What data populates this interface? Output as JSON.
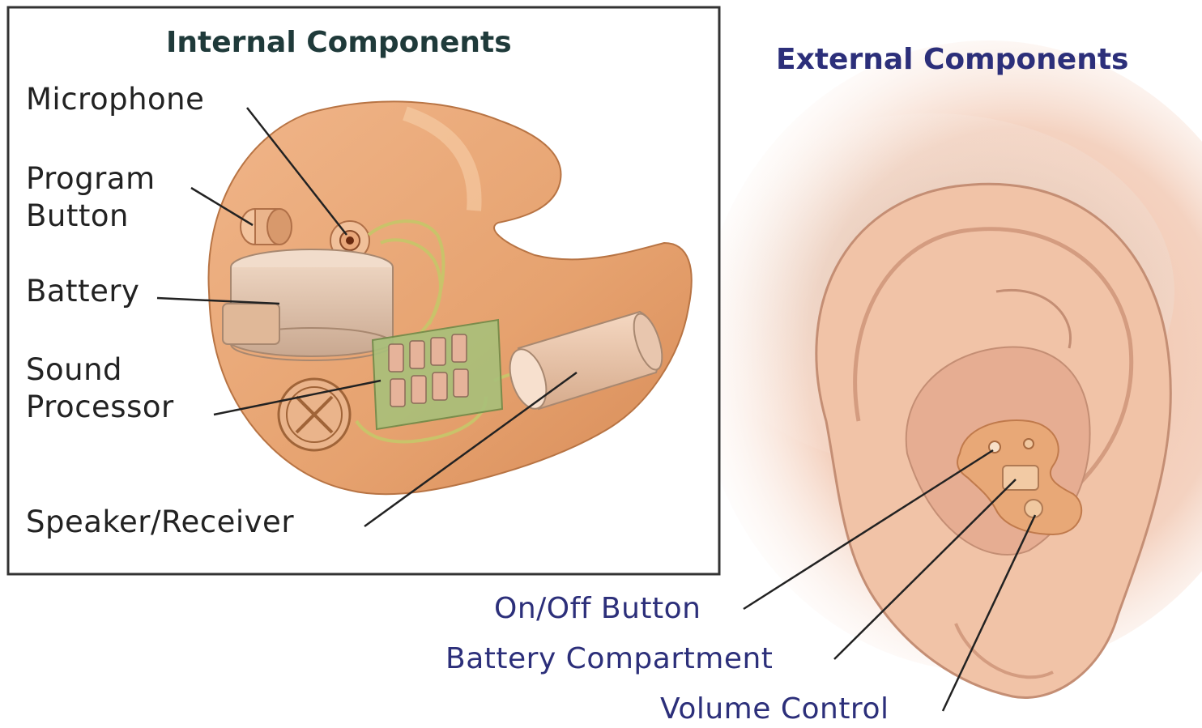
{
  "internal": {
    "title": "Internal Components",
    "labels": {
      "microphone": "Microphone",
      "program_button_line1": "Program",
      "program_button_line2": "Button",
      "battery": "Battery",
      "sound_processor_line1": "Sound",
      "sound_processor_line2": "Processor",
      "speaker_receiver": "Speaker/Receiver"
    }
  },
  "external": {
    "title": "External Components",
    "labels": {
      "on_off_button": "On/Off Button",
      "battery_compartment": "Battery Compartment",
      "volume_control": "Volume Control"
    }
  },
  "colors": {
    "device_skin": "#e8a877",
    "ear_skin": "#f2c4ab",
    "external_text": "#2c2f7a",
    "internal_title": "#1f3a3a",
    "circuit_green": "#a8c07a",
    "frame": "#333333"
  }
}
